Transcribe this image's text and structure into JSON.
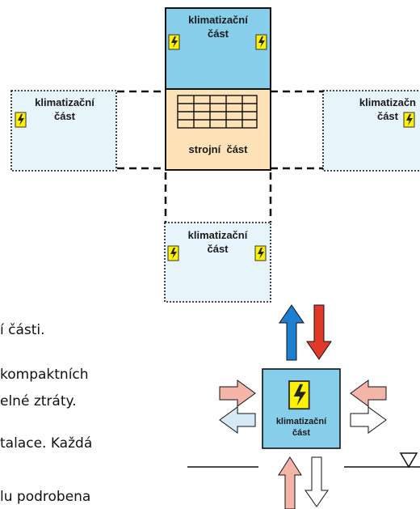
{
  "blocks": {
    "top": {
      "line1": "klimatizační",
      "line2": "část"
    },
    "machine": {
      "label": "strojní  část"
    },
    "left": {
      "line1": "klimatizační",
      "line2": "část"
    },
    "right": {
      "line1": "klimatizačn",
      "line2": "část"
    },
    "bottom": {
      "line1": "klimatizační",
      "line2": "část"
    },
    "airflow": {
      "line1": "klimatizační",
      "line2": "část"
    }
  },
  "body_text": [
    "í části.",
    " kompaktních",
    "elné ztráty.",
    "talace. Každá",
    "lu  podrobena"
  ],
  "colors": {
    "blue_fill": "#87CEEB",
    "light_blue_fill": "#E8F4FB",
    "machine_fill": "#FDE2B8",
    "warning_fill": "#FFF200",
    "arrow_blue": "#1E7FD0",
    "arrow_red": "#E23A2A",
    "arrow_pink": "#F4B5A8",
    "arrow_pale_blue": "#D6E9F7"
  },
  "icons": [
    "electrical-hazard-icon",
    "machine-grid-icon"
  ]
}
